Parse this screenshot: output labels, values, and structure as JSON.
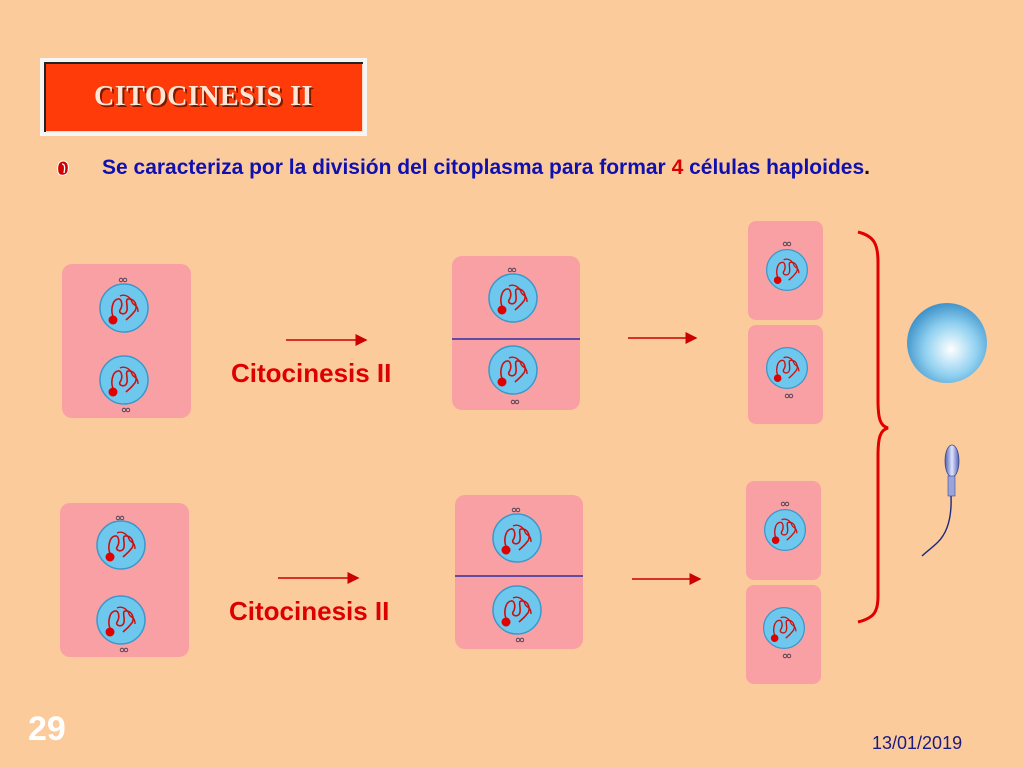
{
  "slide": {
    "title": "CITOCINESIS II",
    "description": {
      "part1": "Se caracteriza por la división del citoplasma para formar ",
      "number": "4",
      "part2": " células haploides",
      "end": "."
    },
    "label_top": "Citocinesis II",
    "label_bottom": "Citocinesis II",
    "page_number": "29",
    "date": "13/01/2019"
  },
  "colors": {
    "background": "#fccb9b",
    "title_fill": "#ff3b0a",
    "cell_fill": "#f9a0a4",
    "nucleus_fill": "#6ec8ee",
    "chromosome": "#cc1010",
    "arrow": "#cc0000",
    "text_blue": "#1010b0"
  },
  "icons": [
    "bullet-icon",
    "egg-cell-icon",
    "sperm-cell-icon",
    "arrow-right-icon",
    "curly-brace-icon"
  ]
}
